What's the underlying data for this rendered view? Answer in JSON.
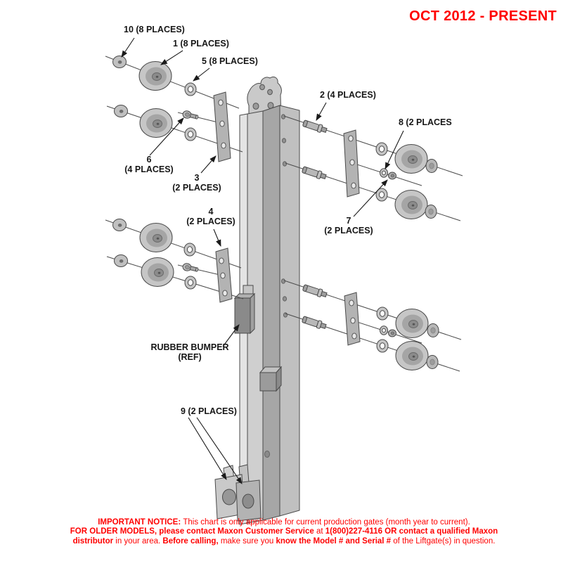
{
  "banner": {
    "text": "OCT 2012 - PRESENT"
  },
  "colors": {
    "accent_red": "#ff0000",
    "label_ink": "#161616"
  },
  "callouts": [
    {
      "name": "item-10",
      "line1": "10 (8 PLACES)",
      "line2": null
    },
    {
      "name": "item-1",
      "line1": "1 (8 PLACES)",
      "line2": null
    },
    {
      "name": "item-5",
      "line1": "5 (8 PLACES)",
      "line2": null
    },
    {
      "name": "item-2",
      "line1": "2 (4 PLACES)",
      "line2": null
    },
    {
      "name": "item-8",
      "line1": "8 (2 PLACES",
      "line2": null
    },
    {
      "name": "item-6",
      "line1": "6",
      "line2": "(4 PLACES)"
    },
    {
      "name": "item-3",
      "line1": "3",
      "line2": "(2 PLACES)"
    },
    {
      "name": "item-4",
      "line1": "4",
      "line2": "(2 PLACES)"
    },
    {
      "name": "item-7",
      "line1": "7",
      "line2": "(2 PLACES)"
    },
    {
      "name": "rubber-bumper-ref",
      "line1": "RUBBER BUMPER",
      "line2": "(REF)"
    },
    {
      "name": "item-9",
      "line1": "9 (2 PLACES)",
      "line2": null
    }
  ],
  "notice": {
    "lines": [
      {
        "segments": [
          {
            "text": "IMPORTANT NOTICE: ",
            "bold": true
          },
          {
            "text": "This chart is only applicable for current production gates (month year to current).",
            "bold": false
          }
        ]
      },
      {
        "segments": [
          {
            "text": "FOR OLDER MODELS, please contact Maxon Customer Service",
            "bold": true
          },
          {
            "text": " at ",
            "bold": false
          },
          {
            "text": "1(800)227-4116 OR contact a qualified Maxon",
            "bold": true
          }
        ]
      },
      {
        "segments": [
          {
            "text": "distributor",
            "bold": true
          },
          {
            "text": " in your area. ",
            "bold": false
          },
          {
            "text": "Before calling,",
            "bold": true
          },
          {
            "text": " make sure you ",
            "bold": false
          },
          {
            "text": "know the Model # and Serial #",
            "bold": true
          },
          {
            "text": " of the Liftgate(s) in question.",
            "bold": false
          }
        ]
      }
    ]
  }
}
